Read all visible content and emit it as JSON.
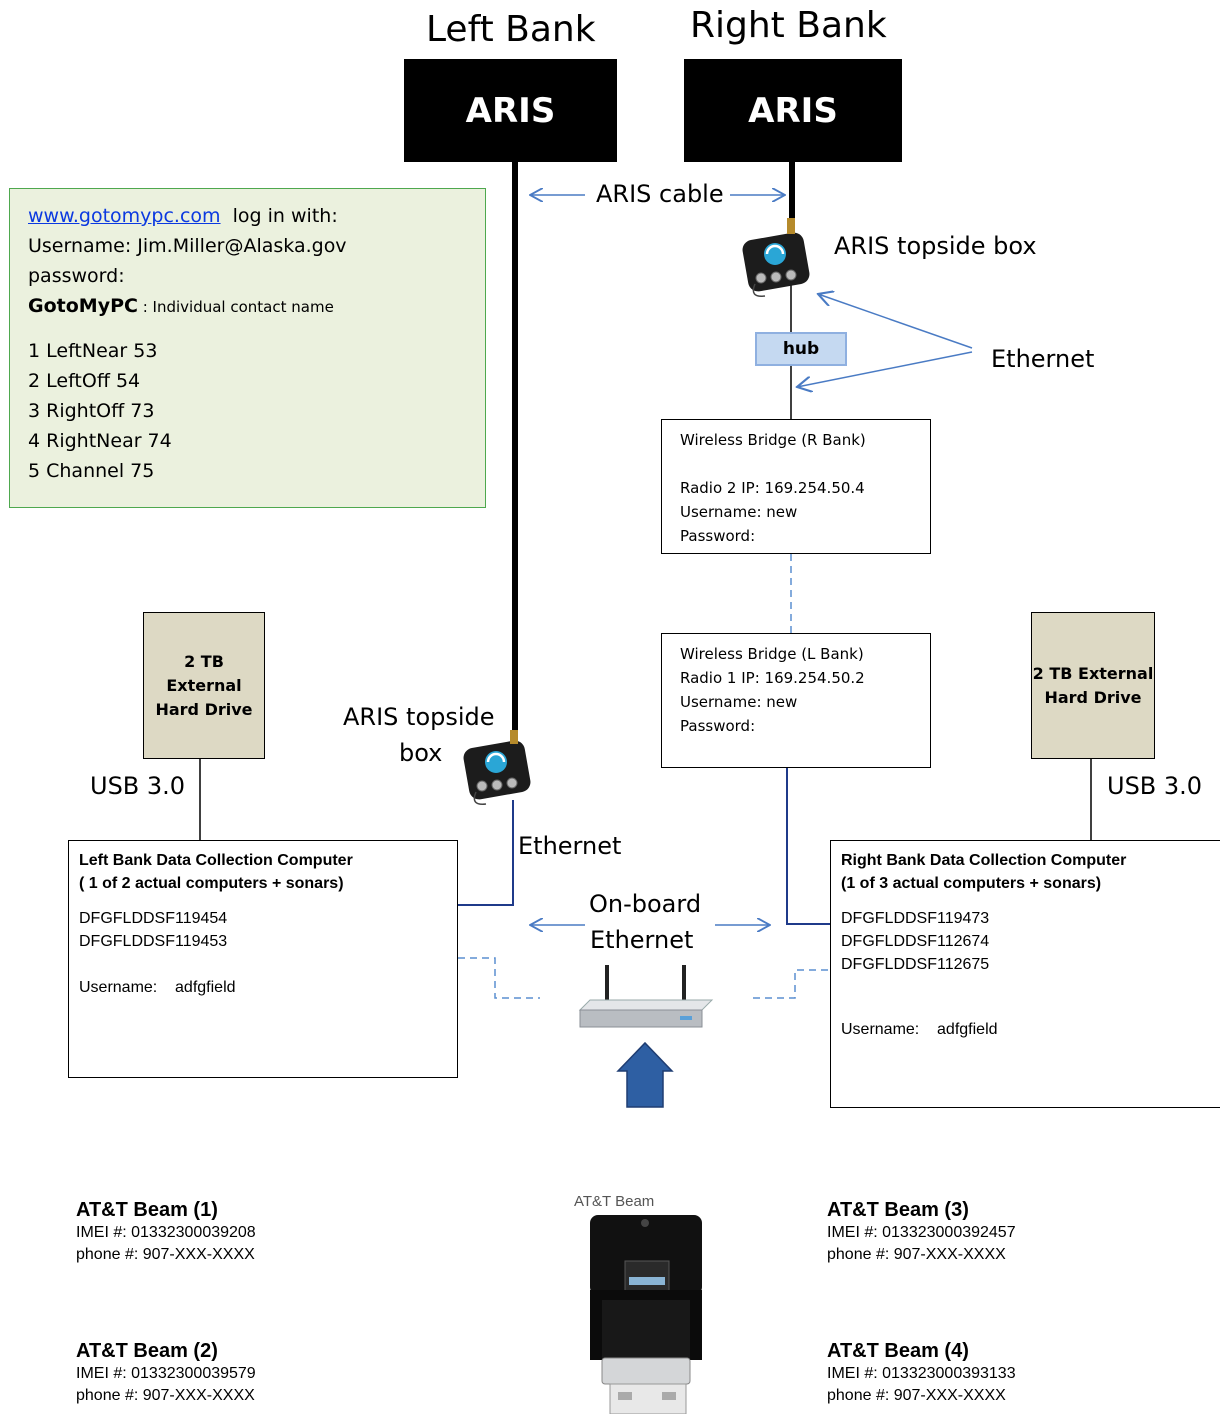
{
  "banks": {
    "left_title": "Left Bank",
    "right_title": "Right Bank",
    "left_sonar": "ARIS",
    "right_sonar": "ARIS"
  },
  "labels": {
    "aris_cable": "ARIS cable",
    "topside_right": "ARIS topside box",
    "topside_left_1": "ARIS topside",
    "topside_left_2": "box",
    "ethernet_right": "Ethernet",
    "ethernet_left": "Ethernet",
    "hub": "hub",
    "onboard_1": "On-board",
    "onboard_2": "Ethernet",
    "usb_left": "USB 3.0",
    "usb_right": "USB 3.0"
  },
  "login": {
    "url": "www.gotomypc.com",
    "url_suffix": "  log in with:",
    "username": "Username:  Jim.Miller@Alaska.gov",
    "password": "password:",
    "contact_bold": "GotoMyPC",
    "contact_rest": " : Individual contact name",
    "channels": [
      "1 LeftNear 53",
      "2 LeftOff 54",
      "3 RightOff 73",
      "4 RightNear 74",
      "5 Channel 75"
    ]
  },
  "bridge_r": {
    "title": "Wireless Bridge (R Bank)",
    "ip": "Radio 2 IP: 169.254.50.4",
    "user": "Username: new",
    "pass": "Password:"
  },
  "bridge_l": {
    "title": "Wireless Bridge (L Bank)",
    "ip": "Radio 1 IP: 169.254.50.2",
    "user": "Username: new",
    "pass": "Password:"
  },
  "drives": {
    "left": [
      "2 TB External",
      "Hard Drive"
    ],
    "right": [
      "2 TB External",
      "Hard Drive"
    ]
  },
  "left_computer": {
    "title1": "Left Bank Data Collection Computer",
    "title2": "( 1 of 2 actual computers + sonars)",
    "ids": [
      "DFGFLDDSF119454",
      "DFGFLDDSF119453"
    ],
    "username": "Username:    adfgfield"
  },
  "right_computer": {
    "title1": "Right Bank Data Collection Computer",
    "title2": "(1 of 3 actual computers + sonars)",
    "ids": [
      "DFGFLDDSF119473",
      "DFGFLDDSF112674",
      "DFGFLDDSF112675"
    ],
    "username": "Username:    adfgfield"
  },
  "beams": [
    {
      "title": "AT&T Beam (1)",
      "imei": "IMEI #: 01332300039208",
      "phone": "phone #:  907-XXX-XXXX"
    },
    {
      "title": "AT&T Beam (2)",
      "imei": "IMEI #: 01332300039579",
      "phone": "phone #:  907-XXX-XXXX"
    },
    {
      "title": "AT&T Beam (3)",
      "imei": "IMEI #: 013323000392457",
      "phone": "phone #:  907-XXX-XXXX"
    },
    {
      "title": "AT&T Beam (4)",
      "imei": "IMEI #: 013323000393133",
      "phone": "phone #:  907-XXX-XXXX"
    }
  ],
  "device_caption": "AT&T Beam",
  "colors": {
    "wire_navy": "#1f3a8a",
    "arrow_blue": "#4a7bc4",
    "dash_blue": "#5b8fd0",
    "login_bg": "#ebf1de",
    "login_border": "#4ea84e",
    "drive_fill": "#ddd9c4",
    "hub_fill": "#c5d9f1"
  }
}
